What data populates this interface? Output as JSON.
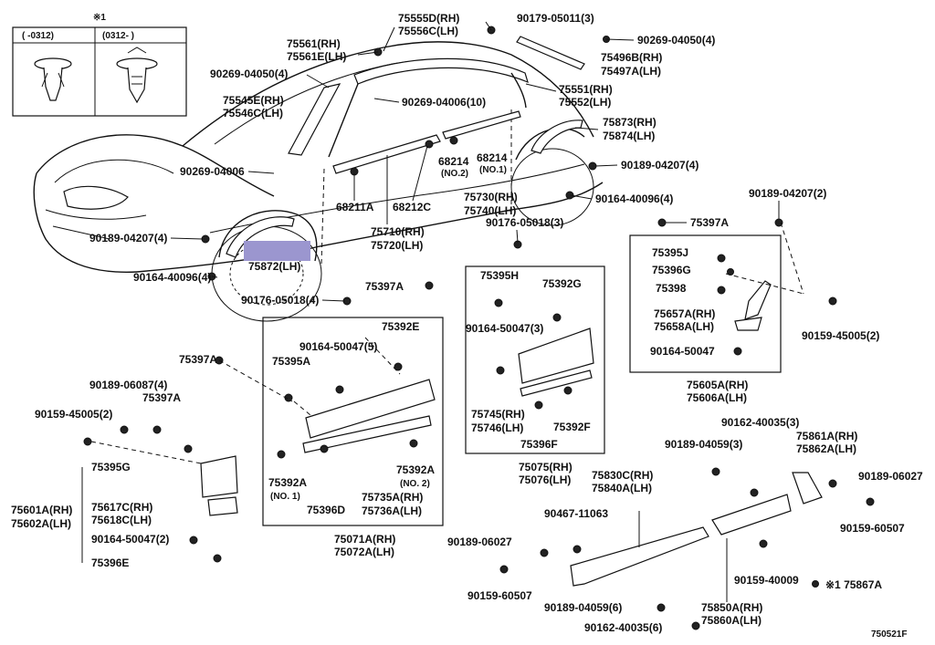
{
  "legend": {
    "mark": "※1",
    "col_left": "(    -0312)",
    "col_right": "(0312-    )"
  },
  "labels": {
    "p75555": "75555D(RH)",
    "p75556": "75556C(LH)",
    "p90179": "90179-05011(3)",
    "p90269_4050_r": "90269-04050(4)",
    "p75496": "75496B(RH)",
    "p75497": "75497A(LH)",
    "p75561": "75561(RH)",
    "p75561e": "75561E(LH)",
    "p90269_4050_l": "90269-04050(4)",
    "p75545": "75545E(RH)",
    "p75546": "75546C(LH)",
    "p90269_4006_10": "90269-04006(10)",
    "p75551": "75551(RH)",
    "p75552": "75552(LH)",
    "p75873": "75873(RH)",
    "p75874": "75874(LH)",
    "p68214a": "68214",
    "p68214a_n": "(NO.2)",
    "p68214b": "68214",
    "p68214b_n": "(NO.1)",
    "p90189_4207_r": "90189-04207(4)",
    "p90269_4006": "90269-04006",
    "p68211": "68211A",
    "p68212": "68212C",
    "p75730": "75730(RH)",
    "p75740": "75740(LH)",
    "p90164_40096_r": "90164-40096(4)",
    "p90176_r": "90176-05018(3)",
    "p90189_4207_2": "90189-04207(2)",
    "p75397a_top": "75397A",
    "p90189_4207_l": "90189-04207(4)",
    "p75710": "75710(RH)",
    "p75720": "75720(LH)",
    "p75872": "75872(LH)",
    "p90164_40096_l": "90164-40096(4)",
    "p90176_l": "90176-05018(4)",
    "p75395j": "75395J",
    "p75396g": "75396G",
    "p75398": "75398",
    "p75657": "75657A(RH)",
    "p75658": "75658A(LH)",
    "p90164_50047_b": "90164-50047",
    "p90159_45005_r": "90159-45005(2)",
    "p75605": "75605A(RH)",
    "p75606": "75606A(LH)",
    "p75397a_mid": "75397A",
    "p75395h": "75395H",
    "p75392g": "75392G",
    "p90164_50047_3": "90164-50047(3)",
    "p75745": "75745(RH)",
    "p75746": "75746(LH)",
    "p75392f": "75392F",
    "p75396f": "75396F",
    "p75075": "75075(RH)",
    "p75076": "75076(LH)",
    "p75392e": "75392E",
    "p90164_50047_5": "90164-50047(5)",
    "p75395a": "75395A",
    "p75397a_l": "75397A",
    "p90189_06087": "90189-06087(4)",
    "p75397a_l2": "75397A",
    "p90159_45005_l": "90159-45005(2)",
    "p75395g": "75395G",
    "p75601": "75601A(RH)",
    "p75602": "75602A(LH)",
    "p75617": "75617C(RH)",
    "p75618": "75618C(LH)",
    "p90164_50047_2": "90164-50047(2)",
    "p75396e": "75396E",
    "p75392a_1": "75392A",
    "p75392a_1n": "(NO. 1)",
    "p75396d": "75396D",
    "p75735": "75735A(RH)",
    "p75736": "75736A(LH)",
    "p75392a_2": "75392A",
    "p75392a_2n": "(NO. 2)",
    "p75071": "75071A(RH)",
    "p75072": "75072A(LH)",
    "p90162_3": "90162-40035(3)",
    "p75861": "75861A(RH)",
    "p75862": "75862A(LH)",
    "p90189_4059_3": "90189-04059(3)",
    "p75830": "75830C(RH)",
    "p75840": "75840A(LH)",
    "p90189_06027_r": "90189-06027",
    "p90467": "90467-11063",
    "p90159_60507_r": "90159-60507",
    "p90189_06027_l": "90189-06027",
    "p90159_60507_l": "90159-60507",
    "p90159_40009": "90159-40009",
    "p75867": "※1 75867A",
    "p90189_4059_6": "90189-04059(6)",
    "p75850": "75850A(RH)",
    "p75860": "75860A(LH)",
    "p90162_6": "90162-40035(6)",
    "figure_code": "750521F"
  },
  "colors": {
    "redaction": "#9b96cf",
    "ink": "#111111"
  }
}
